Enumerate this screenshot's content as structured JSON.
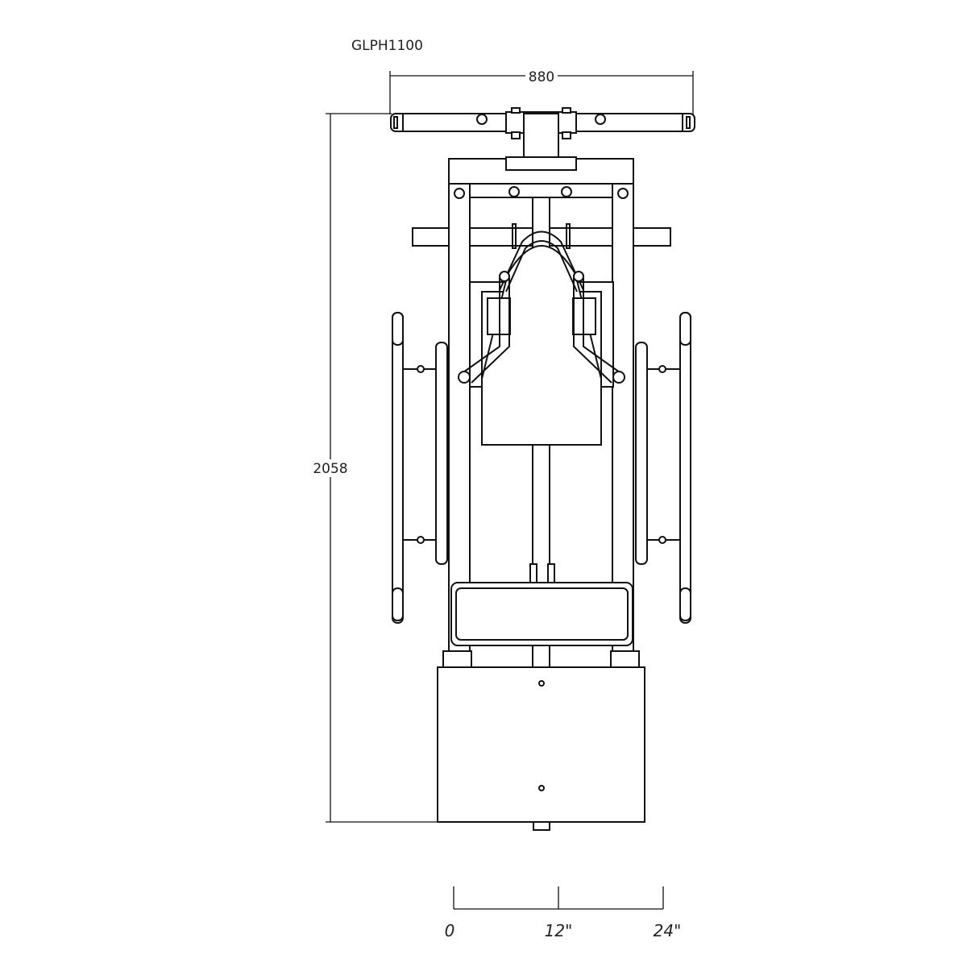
{
  "title": "GLPH1100",
  "dimensions": {
    "width_label": "880",
    "height_label": "2058"
  },
  "scale_bar": {
    "labels": [
      "0",
      "12\"",
      "24\""
    ]
  }
}
